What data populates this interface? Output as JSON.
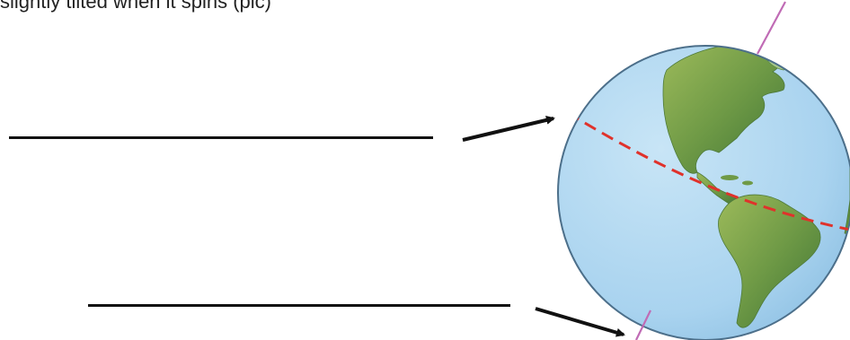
{
  "caption": {
    "text": "slightly tilted when it spins (pic)"
  },
  "worksheet": {
    "answer_blanks": [
      {
        "id": "blank-1",
        "points_to": "equator"
      },
      {
        "id": "blank-2",
        "points_to": "axis"
      }
    ]
  },
  "illustration": {
    "subject": "globe-tilted-on-axis",
    "visible_continents": [
      "North America",
      "South America"
    ],
    "colors": {
      "ocean": "#a9d3ef",
      "land": "#6f9a46",
      "equator": "#e0322b",
      "axis": "#c06bb5",
      "outline": "#4c6f8a",
      "arrow": "#111111"
    }
  }
}
